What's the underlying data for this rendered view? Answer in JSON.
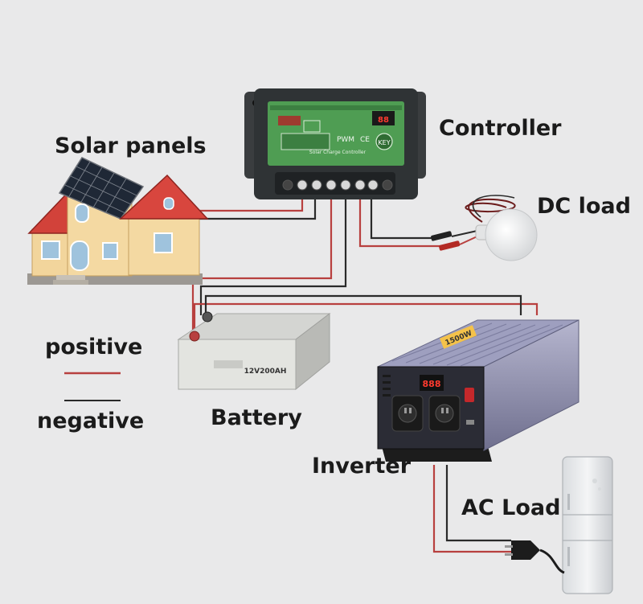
{
  "labels": {
    "solar_panels": "Solar panels",
    "controller": "Controller",
    "dc_load": "DC load",
    "battery": "Battery",
    "inverter": "Inverter",
    "ac_load": "AC Load",
    "positive": "positive",
    "negative": "negative"
  },
  "devices": {
    "controller_screen_text": "PWM",
    "controller_ce_mark": "CE",
    "controller_key_label": "KEY",
    "controller_subtitle": "Solar Charge Controller",
    "battery_rating": "12V200AH",
    "inverter_display": "888",
    "inverter_power": "1500W"
  },
  "colors": {
    "positive_wire": "#b8403f",
    "negative_wire": "#2a2a2a"
  }
}
